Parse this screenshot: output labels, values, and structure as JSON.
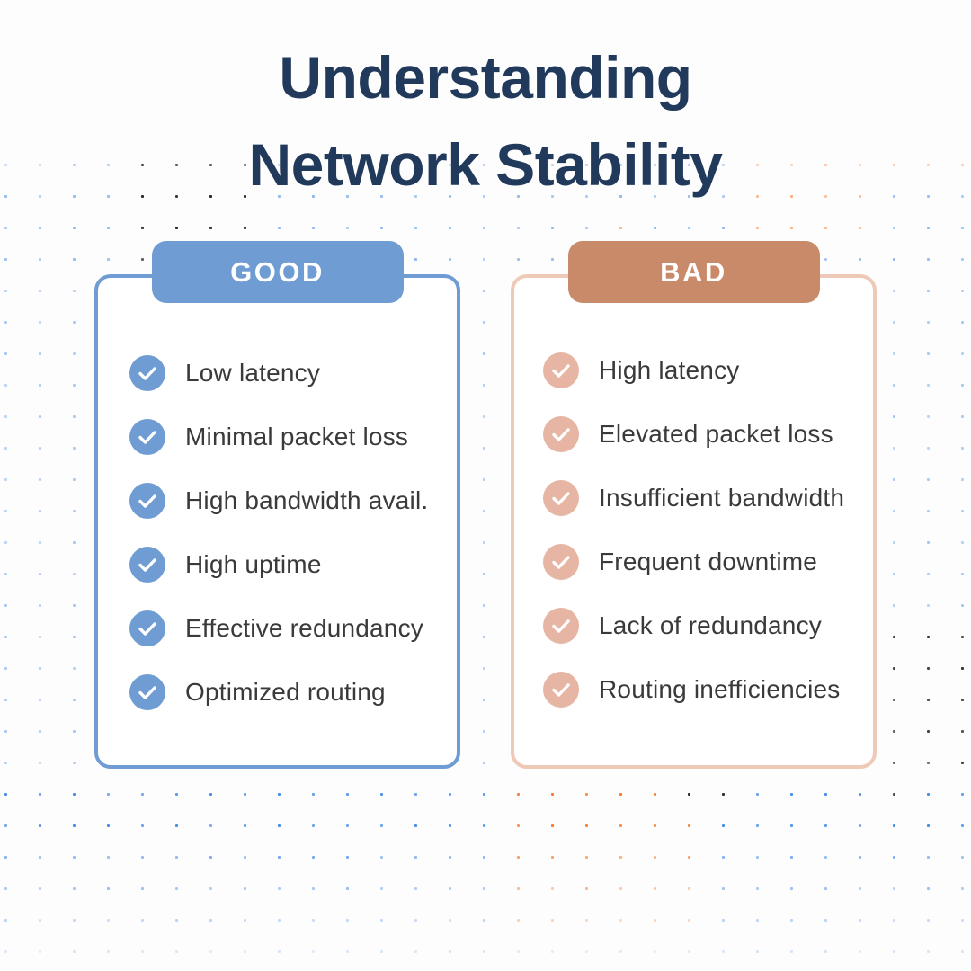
{
  "title": {
    "line1": "Understanding",
    "line2": "Network Stability"
  },
  "good": {
    "label": "GOOD",
    "items": [
      "Low latency",
      "Minimal packet loss",
      "High bandwidth avail.",
      "High uptime",
      "Effective redundancy",
      "Optimized routing"
    ]
  },
  "bad": {
    "label": "BAD",
    "items": [
      "High latency",
      "Elevated packet loss",
      "Insufficient bandwidth",
      "Frequent downtime",
      "Lack of redundancy",
      "Routing inefficiencies"
    ]
  },
  "colors": {
    "background": "#fdfdfd",
    "title_navy": "#213a5c",
    "good_accent": "#6f9cd3",
    "bad_badge": "#c98a69",
    "bad_border": "#efc9b7",
    "bad_check_circle": "#e7b5a4",
    "item_text": "#3a3a3a",
    "check_icon": "#ffffff",
    "dot_blue": "#3f87e6",
    "dot_orange": "#f5731e",
    "dot_dark": "#1d1d20"
  }
}
